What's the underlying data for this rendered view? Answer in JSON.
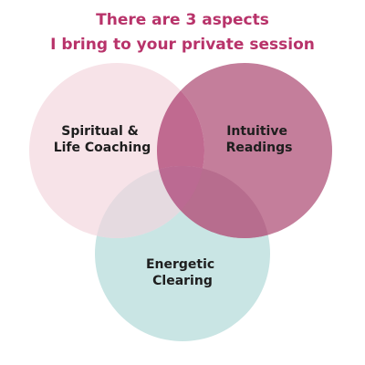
{
  "header": {
    "line1": "There are 3 aspects",
    "line2": "I bring to your private session"
  },
  "diagram": {
    "sets": [
      {
        "id": "spiritual",
        "lines": [
          "Spiritual &",
          "Life Coaching"
        ],
        "color": "#f7e3e8"
      },
      {
        "id": "intuitive",
        "lines": [
          "Intuitive",
          "Readings"
        ],
        "color": "#c47e9b"
      },
      {
        "id": "energetic",
        "lines": [
          "Energetic",
          "Clearing"
        ],
        "color": "#c9e5e4"
      }
    ],
    "overlap_colors": {
      "spiritual_intuitive": "#c06a90",
      "spiritual_energetic": "#e5dae0",
      "intuitive_energetic": "#b76d8e",
      "all_three": "#bb6a92"
    }
  },
  "colors": {
    "heading": "#b8336a",
    "label": "#1e1e1e",
    "background": "#ffffff"
  }
}
